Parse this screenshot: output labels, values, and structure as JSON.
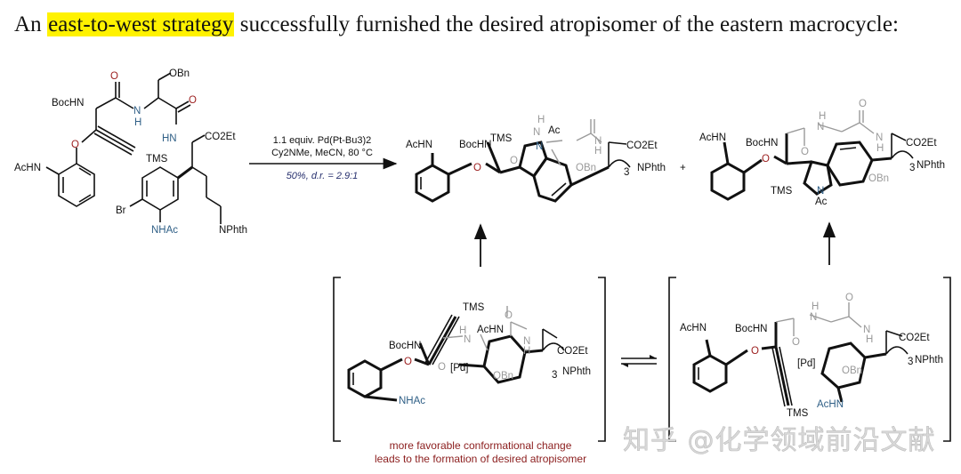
{
  "headline": {
    "prefix": "An ",
    "highlight": "east-to-west strategy",
    "suffix": " successfully furnished the desired atropisomer of the eastern macrocycle:",
    "highlight_color": "#fff200"
  },
  "reaction": {
    "conditions_line1": "1.1 equiv. Pd(Pt-Bu3)2",
    "conditions_line2": "Cy2NMe, MeCN, 80 °C",
    "yield": "50%, d.r. = 2.9:1",
    "plus": "+"
  },
  "starting_material": {
    "labels": [
      "BocHN",
      "O",
      "OBn",
      "N",
      "H",
      "O",
      "HN",
      "CO2Et",
      "O",
      "TMS",
      "AcHN",
      "Br",
      "NHAc",
      "NPhth"
    ]
  },
  "product_desired": {
    "labels": [
      "AcHN",
      "BocHN",
      "TMS",
      "H",
      "N",
      "Ac",
      "O",
      "N",
      "O",
      "N",
      "H",
      "CO2Et",
      "OBn",
      "3",
      "NPhth"
    ]
  },
  "product_undesired": {
    "labels": [
      "AcHN",
      "BocHN",
      "H",
      "N",
      "O",
      "O",
      "N",
      "H",
      "CO2Et",
      "O",
      "3",
      "NPhth",
      "OBn",
      "TMS",
      "N",
      "Ac"
    ]
  },
  "intermediate_left": {
    "labels": [
      "TMS",
      "H",
      "N",
      "AcHN",
      "O",
      "BocHN",
      "N",
      "H",
      "CO2Et",
      "O",
      "O",
      "[Pd]",
      "OBn",
      "3",
      "NPhth",
      "NHAc"
    ],
    "note_line1": "more favorable conformational change",
    "note_line2": "leads to the formation of desired atropisomer"
  },
  "intermediate_right": {
    "labels": [
      "AcHN",
      "BocHN",
      "H",
      "N",
      "O",
      "O",
      "N",
      "H",
      "CO2Et",
      "O",
      "[Pd]",
      "OBn",
      "3",
      "NPhth",
      "TMS",
      "AcHN"
    ]
  },
  "equilibrium_symbol": "⇌",
  "watermark": "知乎 @化学领域前沿文献",
  "colors": {
    "nitrogen_label": "#2f5f86",
    "oxygen_label": "#9b1d1d",
    "note_text": "#8b1d1d",
    "yield_text": "#27306e",
    "greyed_atoms": "#9a9a9a"
  }
}
